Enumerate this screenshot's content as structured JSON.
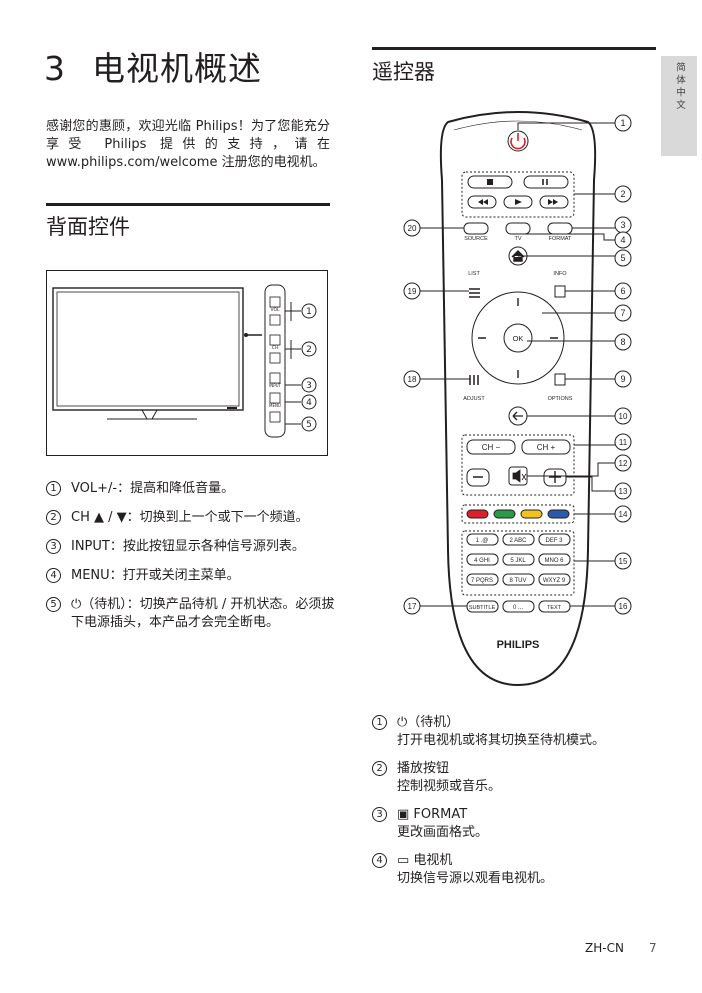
{
  "chapter": {
    "number": "3",
    "title": "电视机概述"
  },
  "intro": "感谢您的惠顾，欢迎光临 Philips！为了您能充分享受 Philips 提供的支持，请在 www.philips.com/welcome 注册您的电视机。",
  "rear_controls": {
    "title": "背面控件",
    "side_labels": [
      "VOL",
      "CH",
      "INPUT",
      "MENU"
    ],
    "callouts": [
      "1",
      "2",
      "3",
      "4",
      "5"
    ],
    "items": [
      {
        "num": "1",
        "text": "VOL+/-：提高和降低音量。"
      },
      {
        "num": "2",
        "text": "CH ▲ / ▼：切换到上一个或下一个频道。"
      },
      {
        "num": "3",
        "text": "INPUT：按此按钮显示各种信号源列表。"
      },
      {
        "num": "4",
        "text": "MENU：打开或关闭主菜单。"
      },
      {
        "num": "5",
        "text": "⏻（待机）：切换产品待机 / 开机状态。必须拔下电源插头，本产品才会完全断电。"
      }
    ]
  },
  "remote": {
    "title": "遥控器",
    "brand": "PHILIPS",
    "labels": {
      "source": "SOURCE",
      "tv": "TV",
      "format": "FORMAT",
      "list": "LIST",
      "info": "INFO",
      "ok": "OK",
      "adjust": "ADJUST",
      "options": "OPTIONS",
      "ch_minus": "CH −",
      "ch_plus": "CH +",
      "subtitle": "SUBTITLE",
      "text": "TEXT"
    },
    "numpad": [
      [
        "1 .@",
        "2 ABC",
        "DEF 3"
      ],
      [
        "4 GHI",
        "5 JKL",
        "MNO 6"
      ],
      [
        "7 PQRS",
        "8 TUV",
        "WXYZ 9"
      ]
    ],
    "zero_key": "0 ...",
    "color_keys": [
      "#d9232a",
      "#2a9a4a",
      "#f0c420",
      "#2a5aa8"
    ],
    "callouts_right": [
      "1",
      "2",
      "3",
      "4",
      "5",
      "6",
      "7",
      "8",
      "9",
      "10",
      "11",
      "12",
      "13",
      "14",
      "15",
      "16"
    ],
    "callouts_left": [
      "20",
      "19",
      "18",
      "17"
    ]
  },
  "descriptions": [
    {
      "num": "1",
      "title": "⏻（待机）",
      "body": "打开电视机或将其切换至待机模式。"
    },
    {
      "num": "2",
      "title": "播放按钮",
      "body": "控制视频或音乐。"
    },
    {
      "num": "3",
      "title": "▣ FORMAT",
      "body": "更改画面格式。"
    },
    {
      "num": "4",
      "title": "▭ 电视机",
      "body": "切换信号源以观看电视机。"
    }
  ],
  "side_tab": "简体中文",
  "footer": {
    "lang": "ZH-CN",
    "page": "7"
  }
}
